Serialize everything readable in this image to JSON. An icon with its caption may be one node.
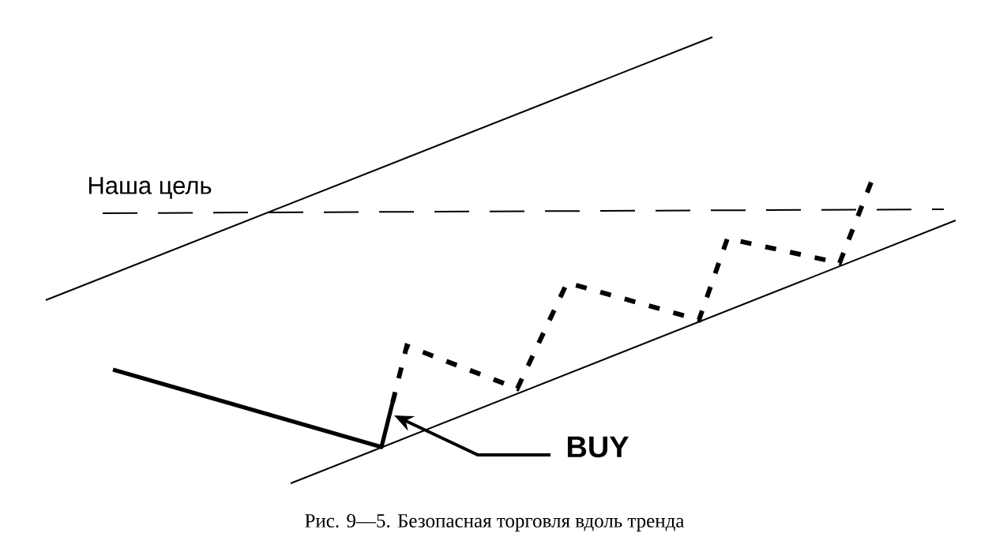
{
  "diagram": {
    "caption": "Рис. 9—5.  Безопасная торговля вдоль тренда",
    "nodes": [
      {
        "text": [
          "BUY"
        ]
      },
      {
        "text": [],
        "shape": "line"
      }
    ],
    "edges": [
      {
        "from": 0,
        "to": 1,
        "arrow": "to"
      }
    ],
    "labels": [
      "Наша цель"
    ]
  }
}
